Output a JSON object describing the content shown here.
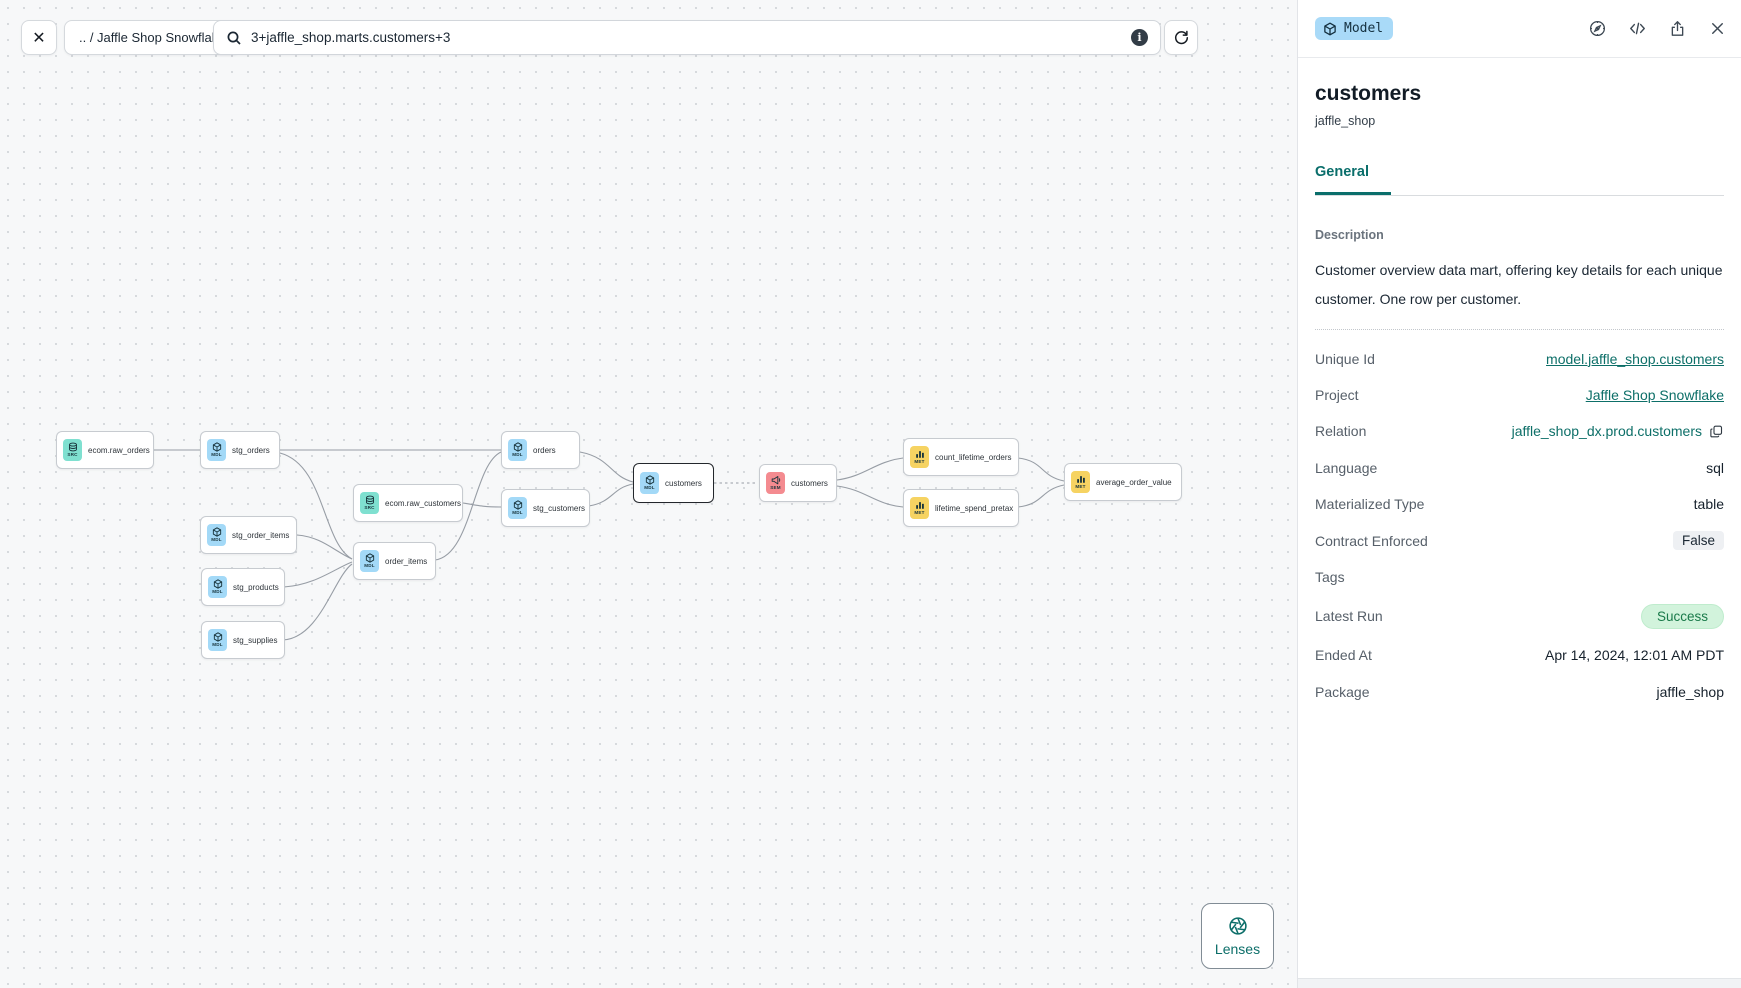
{
  "topbar": {
    "close_label": "✕",
    "breadcrumb": ".. / Jaffle Shop Snowflake",
    "search_value": "3+jaffle_shop.marts.customers+3",
    "icons": [
      "search-icon",
      "info-icon",
      "refresh-icon"
    ]
  },
  "canvas": {
    "lenses_label": "Lenses",
    "nodes": [
      {
        "label": "ecom.raw_orders",
        "type": "SRC",
        "selected": false
      },
      {
        "label": "stg_orders",
        "type": "MDL",
        "selected": false
      },
      {
        "label": "ecom.raw_customers",
        "type": "SRC",
        "selected": false
      },
      {
        "label": "stg_order_items",
        "type": "MDL",
        "selected": false
      },
      {
        "label": "stg_products",
        "type": "MDL",
        "selected": false
      },
      {
        "label": "stg_supplies",
        "type": "MDL",
        "selected": false
      },
      {
        "label": "order_items",
        "type": "MDL",
        "selected": false
      },
      {
        "label": "orders",
        "type": "MDL",
        "selected": false
      },
      {
        "label": "stg_customers",
        "type": "MDL",
        "selected": false
      },
      {
        "label": "customers",
        "type": "MDL",
        "selected": true
      },
      {
        "label": "customers",
        "type": "SEM",
        "selected": false
      },
      {
        "label": "count_lifetime_orders",
        "type": "MET",
        "selected": false
      },
      {
        "label": "lifetime_spend_pretax",
        "type": "MET",
        "selected": false
      },
      {
        "label": "average_order_value",
        "type": "MET",
        "selected": false
      }
    ],
    "edges": [
      {
        "from": "ecom.raw_orders",
        "to": "stg_orders",
        "style": "solid"
      },
      {
        "from": "stg_orders",
        "to": "orders",
        "style": "solid"
      },
      {
        "from": "stg_orders",
        "to": "order_items",
        "style": "solid"
      },
      {
        "from": "stg_order_items",
        "to": "order_items",
        "style": "solid"
      },
      {
        "from": "stg_products",
        "to": "order_items",
        "style": "solid"
      },
      {
        "from": "stg_supplies",
        "to": "order_items",
        "style": "solid"
      },
      {
        "from": "ecom.raw_customers",
        "to": "stg_customers",
        "style": "solid"
      },
      {
        "from": "order_items",
        "to": "orders",
        "style": "solid"
      },
      {
        "from": "orders",
        "to": "customers",
        "style": "solid"
      },
      {
        "from": "stg_customers",
        "to": "customers",
        "style": "solid"
      },
      {
        "from": "customers",
        "to": "customers (semantic)",
        "style": "dashed"
      },
      {
        "from": "customers (semantic)",
        "to": "count_lifetime_orders",
        "style": "solid"
      },
      {
        "from": "customers (semantic)",
        "to": "lifetime_spend_pretax",
        "style": "solid"
      },
      {
        "from": "count_lifetime_orders",
        "to": "average_order_value",
        "style": "solid"
      },
      {
        "from": "lifetime_spend_pretax",
        "to": "average_order_value",
        "style": "solid"
      }
    ]
  },
  "panel": {
    "badge": "Model",
    "title": "customers",
    "subtitle": "jaffle_shop",
    "tabs": [
      {
        "label": "General",
        "active": true
      }
    ],
    "description_label": "Description",
    "description": "Customer overview data mart, offering key details for each unique customer. One row per customer.",
    "fields": [
      {
        "label": "Unique Id",
        "value": "model.jaffle_shop.customers",
        "kind": "link"
      },
      {
        "label": "Project",
        "value": "Jaffle Shop Snowflake",
        "kind": "link"
      },
      {
        "label": "Relation",
        "value": "jaffle_shop_dx.prod.customers",
        "kind": "teal-copy"
      },
      {
        "label": "Language",
        "value": "sql",
        "kind": "text"
      },
      {
        "label": "Materialized Type",
        "value": "table",
        "kind": "text"
      },
      {
        "label": "Contract Enforced",
        "value": "False",
        "kind": "gray-badge"
      },
      {
        "label": "Tags",
        "value": "",
        "kind": "empty"
      },
      {
        "label": "Latest Run",
        "value": "Success",
        "kind": "success-badge"
      },
      {
        "label": "Ended At",
        "value": "Apr 14, 2024, 12:01 AM PDT",
        "kind": "text"
      },
      {
        "label": "Package",
        "value": "jaffle_shop",
        "kind": "text"
      }
    ]
  },
  "colors": {
    "accent_teal": "#0d6f68",
    "tab_teal": "#0a6e6b",
    "model_badge_bg": "#a9daf8",
    "node_src": "#7fe0d0",
    "node_mdl": "#a3d9f7",
    "node_sem": "#f48b90",
    "node_met": "#f6d362",
    "success_bg": "#d2f3dc",
    "success_text": "#1a7a4a",
    "canvas_bg": "#f7f8f9"
  }
}
